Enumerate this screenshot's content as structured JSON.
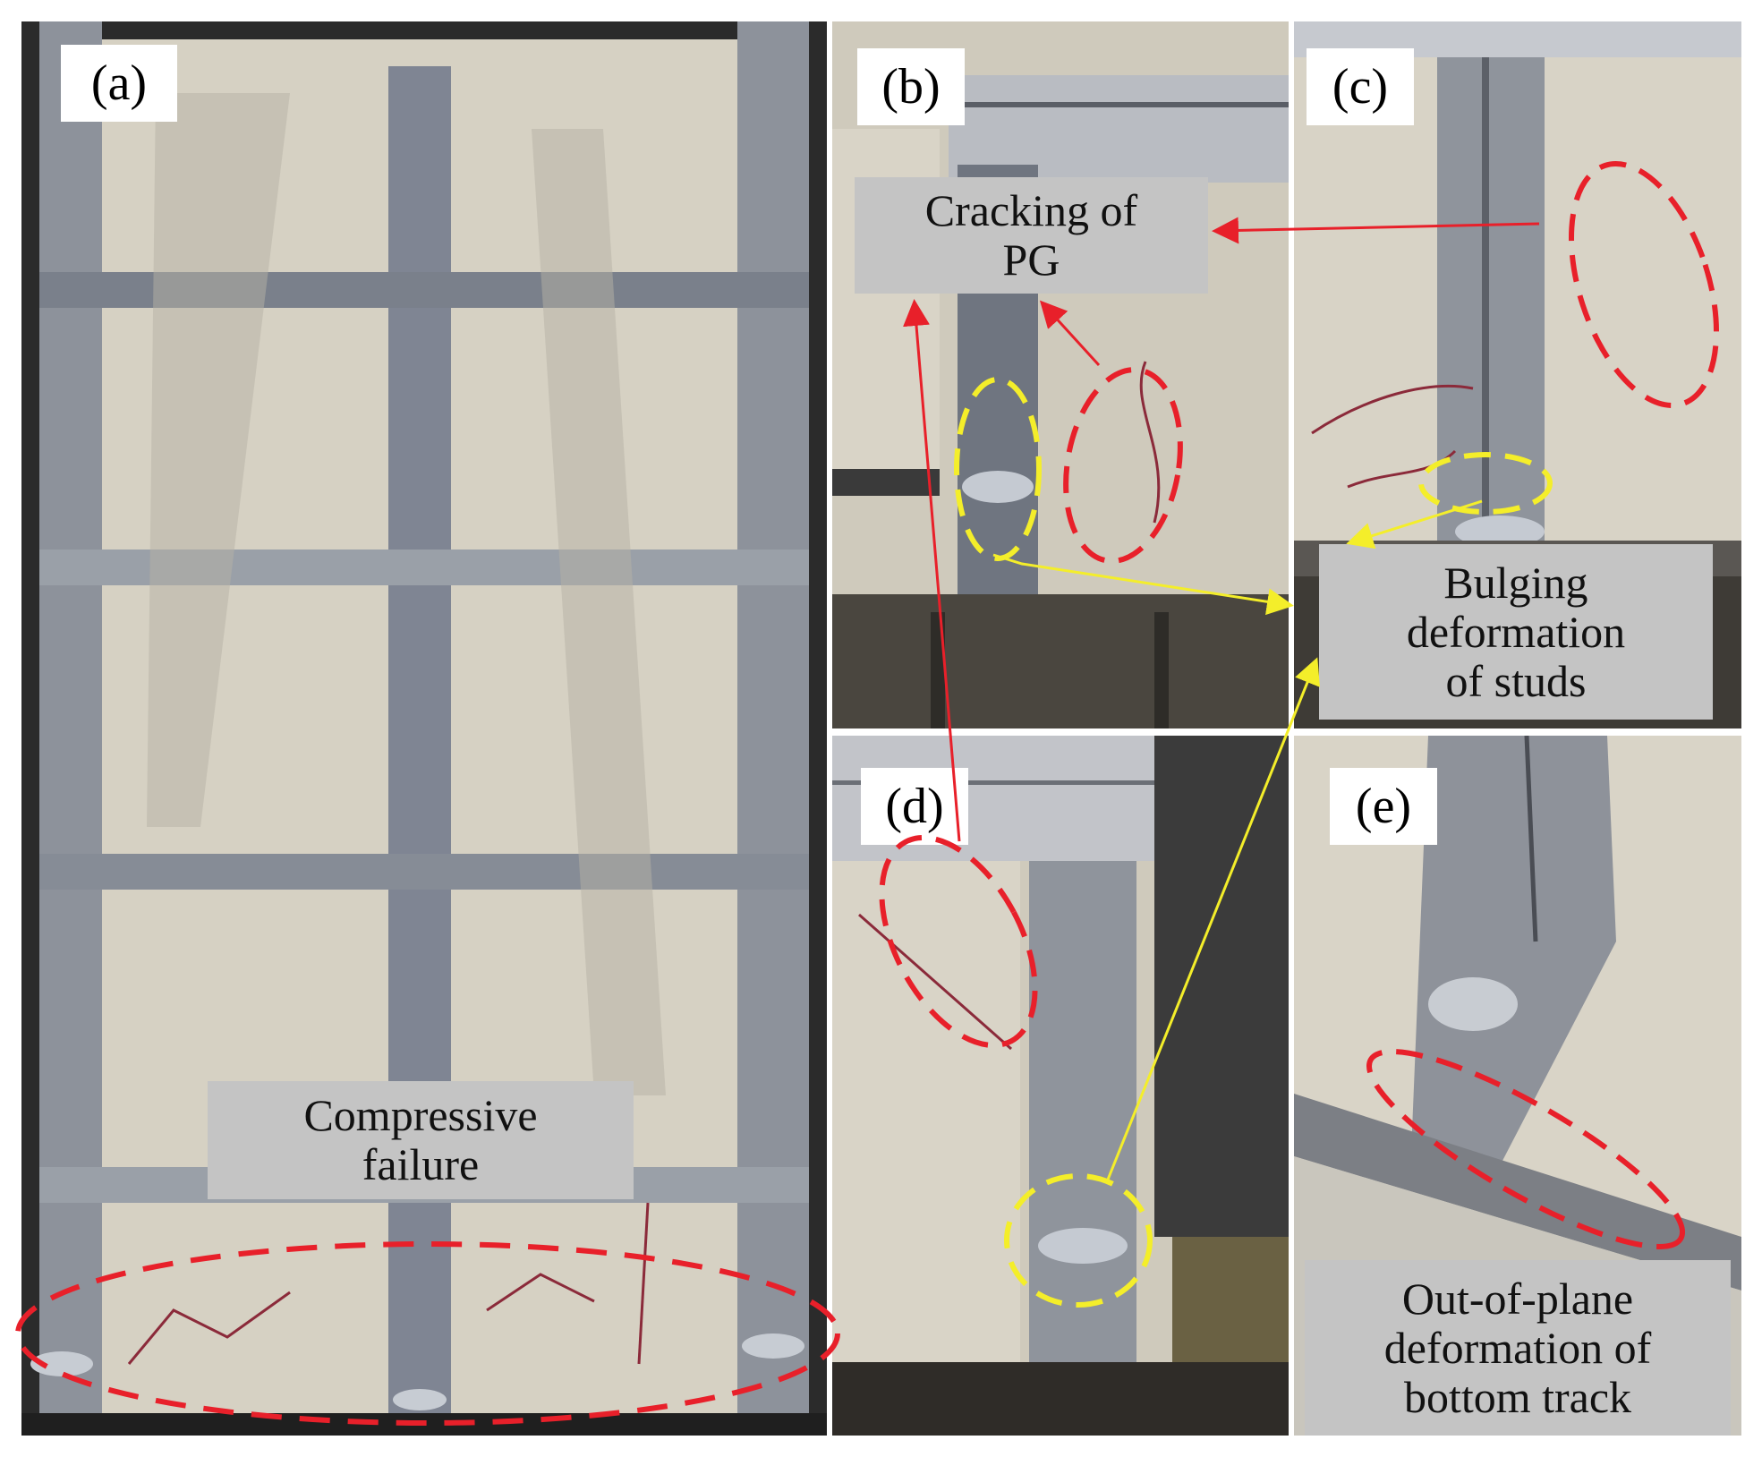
{
  "panels": {
    "a": {
      "label": "(a)"
    },
    "b": {
      "label": "(b)"
    },
    "c": {
      "label": "(c)"
    },
    "d": {
      "label": "(d)"
    },
    "e": {
      "label": "(e)"
    }
  },
  "captions": {
    "cracking": {
      "line1": "Cracking of",
      "line2": "PG"
    },
    "bulging": {
      "line1": "Bulging",
      "line2": "deformation",
      "line3": "of studs"
    },
    "compressive": {
      "line1": "Compressive",
      "line2": "failure"
    },
    "out_of_plane": {
      "line1": "Out-of-plane",
      "line2": "deformation of",
      "line3": "bottom track"
    }
  },
  "colors": {
    "board": "#d8d3c6",
    "stud": "#8a8f99",
    "frame_dark": "#2a2a2a",
    "annotation_red": "#e8202a",
    "annotation_yellow": "#f4ee2a",
    "caption_bg": "#c4c4c4"
  }
}
